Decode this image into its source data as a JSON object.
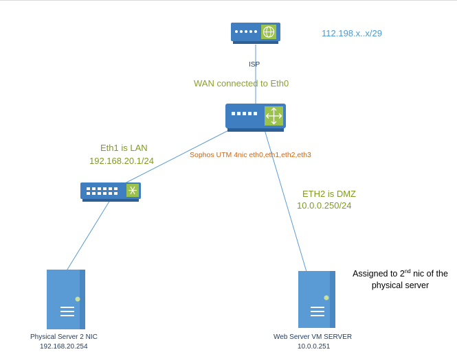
{
  "colors": {
    "device": "#3f7fc1",
    "device_dark": "#2b5f96",
    "link": "#5b9bd5",
    "ip_text": "#4a9bd3",
    "green_text": "#7f9a1f",
    "orange_text": "#d0640e"
  },
  "nodes": {
    "isp": {
      "label": "ISP",
      "icon": "modem-globe-icon"
    },
    "utm": {
      "label": "Sophos UTM 4nic eth0,eth1,eth2,eth3",
      "icon": "router-arrows-icon"
    },
    "lan_switch": {
      "icon": "switch-icon"
    },
    "server1": {
      "label": "Physical Server 2 NIC",
      "ip": "192.168.20.254",
      "icon": "server-icon"
    },
    "server2": {
      "label": "Web Server VM SERVER",
      "ip": "10.0.0.251",
      "icon": "server-icon"
    }
  },
  "annotations": {
    "isp_subnet": "112.198.x..x/29",
    "wan": "WAN connected to Eth0",
    "eth1_title": "Eth1 is LAN",
    "eth1_ip": "192.168.20.1/24",
    "eth2_title": "ETH2 is DMZ",
    "eth2_ip": "10.0.0.250/24",
    "assign_pre": "Assigned to 2",
    "assign_sup": "nd",
    "assign_post": " nic of the physical server"
  }
}
